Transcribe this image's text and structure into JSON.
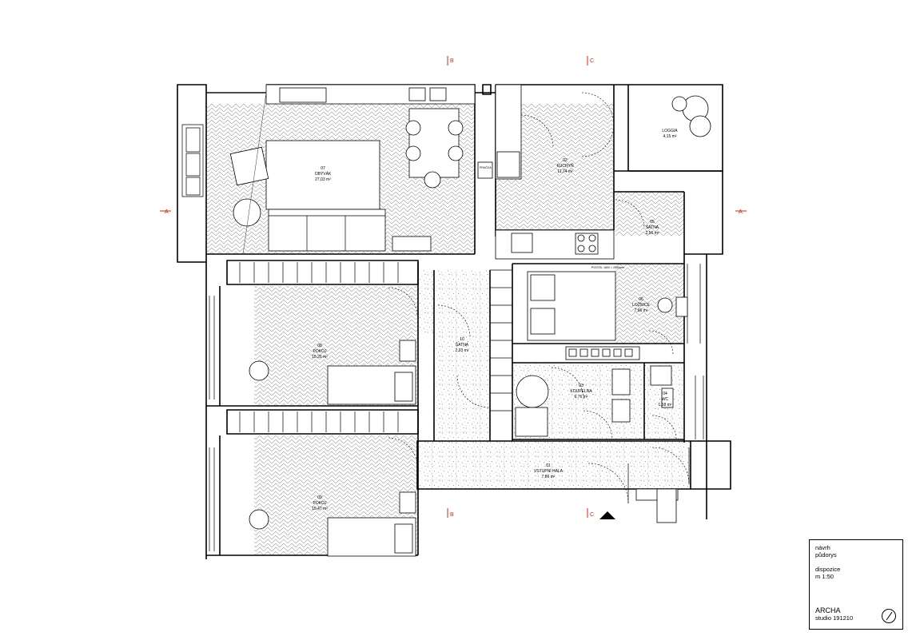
{
  "section_markers": {
    "a": "A",
    "b": "B",
    "c": "C"
  },
  "rooms": {
    "obyvak": {
      "number": "07",
      "name": "OBÝVÁK",
      "area": "27,03 m²"
    },
    "kuchyn": {
      "number": "02",
      "name": "KUCHYŇ",
      "area": "11,74 m²"
    },
    "loggia": {
      "name": "LOGGIA",
      "area": "4,15 m²"
    },
    "satna": {
      "number": "05",
      "name": "ŠATNA",
      "area": "2,56 m²"
    },
    "loznice": {
      "number": "06",
      "name": "LOŽNICE",
      "area": "7,96 m²"
    },
    "pokoj1": {
      "number": "08",
      "name": "POKOJ",
      "area": "15,26 m²"
    },
    "pokoj2": {
      "number": "09",
      "name": "POKOJ",
      "area": "15,47 m²"
    },
    "satna2": {
      "number": "10",
      "name": "ŠATNA",
      "area": "2,93 m²"
    },
    "koupelna": {
      "number": "03",
      "name": "KOUPELNA",
      "area": "6,76 m²"
    },
    "wc": {
      "number": "04",
      "name": "WC",
      "area": "1,58 m²"
    },
    "vstupni_hala": {
      "number": "01",
      "name": "VSTUPNÍ HALA",
      "area": "7,86 m²"
    }
  },
  "annotations": {
    "pracka": "PRAČKA",
    "postel": "POSTEL 1800 × 2000mm"
  },
  "title_block": {
    "line1": "návrh",
    "line2": "půdorys",
    "line3": "dispozice",
    "line4": "m 1:50",
    "studio": "ARCHA",
    "studio_sub": "studio 191210"
  },
  "icons": {
    "compass": "north-arrow-icon",
    "entrance": "entrance-triangle-icon"
  }
}
